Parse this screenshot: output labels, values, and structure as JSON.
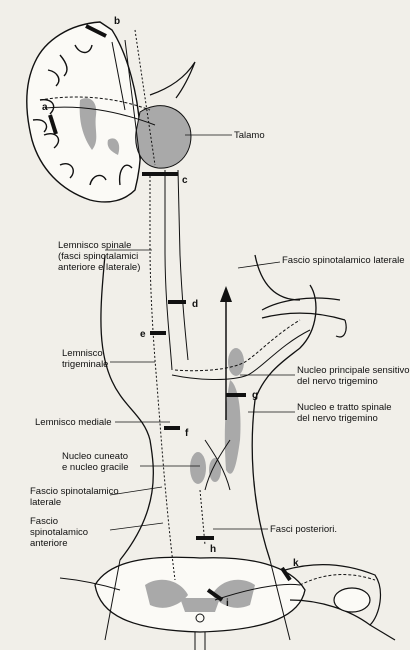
{
  "diagram": {
    "labels": {
      "talamo": "Talamo",
      "lemnisco_spinale_1": "Lemnisco spinale",
      "lemnisco_spinale_2": "(fasci spinotalamici",
      "lemnisco_spinale_3": "anteriore e laterale)",
      "fascio_spinotalamico_laterale_top": "Fascio spinotalamico laterale",
      "lemnisco_trigeminale_1": "Lemnisco",
      "lemnisco_trigeminale_2": "trigeminale",
      "nucleo_principale_1": "Nucleo principale sensitivo",
      "nucleo_principale_2": "del nervo trigemino",
      "lemnisco_mediale": "Lemnisco mediale",
      "nucleo_tratto_1": "Nucleo e tratto spinale",
      "nucleo_tratto_2": "del nervo trigemino",
      "nucleo_cuneato_1": "Nucleo cuneato",
      "nucleo_cuneato_2": "e nucleo gracile",
      "fascio_st_laterale_1": "Fascio spinotalamico",
      "fascio_st_laterale_2": "laterale",
      "fascio_st_anteriore_1": "Fascio",
      "fascio_st_anteriore_2": "spinotalamico",
      "fascio_st_anteriore_3": "anteriore",
      "fasci_posteriori": "Fasci posteriori."
    },
    "letters": {
      "a": "a",
      "b": "b",
      "c": "c",
      "d": "d",
      "e": "e",
      "f": "f",
      "g": "g",
      "h": "h",
      "i": "i",
      "k": "k"
    },
    "colors": {
      "ink": "#111111",
      "gray_nucleus": "#a9a9a9",
      "paper": "#f1efe9"
    }
  }
}
